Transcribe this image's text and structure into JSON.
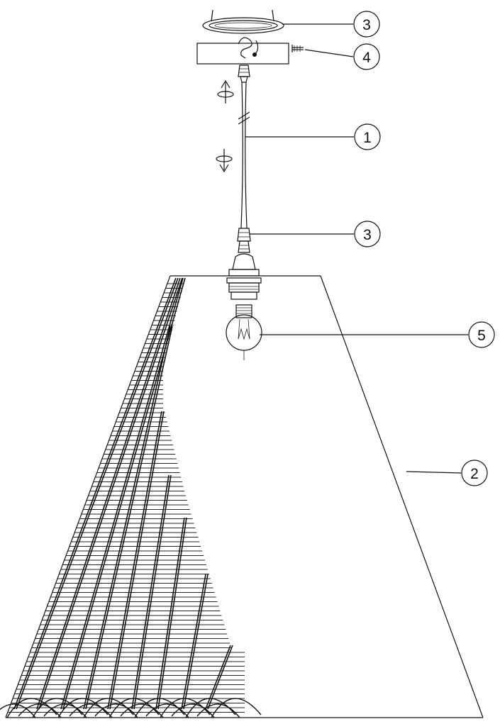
{
  "callouts": [
    {
      "id": "c1",
      "label": "3"
    },
    {
      "id": "c2",
      "label": "4"
    },
    {
      "id": "c3",
      "label": "1"
    },
    {
      "id": "c4",
      "label": "3"
    },
    {
      "id": "c5",
      "label": "5"
    },
    {
      "id": "c6",
      "label": "2"
    }
  ],
  "colors": {
    "line": "#111111",
    "background": "#ffffff"
  }
}
